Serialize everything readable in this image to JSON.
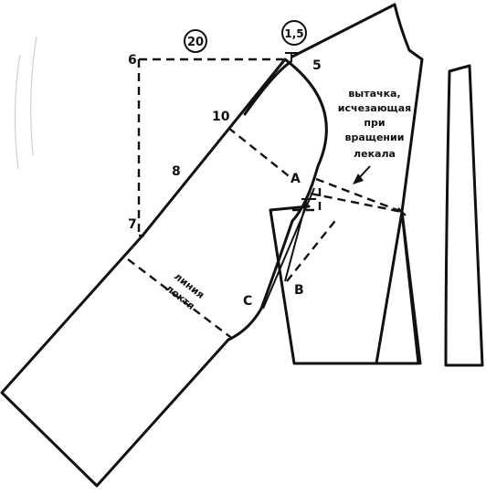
{
  "labels": {
    "p6": "6",
    "p5": "5",
    "p10": "10",
    "p8": "8",
    "p7": "7",
    "pA": "A",
    "pB": "B",
    "pC": "C",
    "dim20": "20",
    "dim15": "1,5"
  },
  "dart_note": [
    "вытачка,",
    "исчезающая",
    "при",
    "вращении",
    "лекала"
  ],
  "elbow_line": [
    "линия",
    "локтя"
  ]
}
